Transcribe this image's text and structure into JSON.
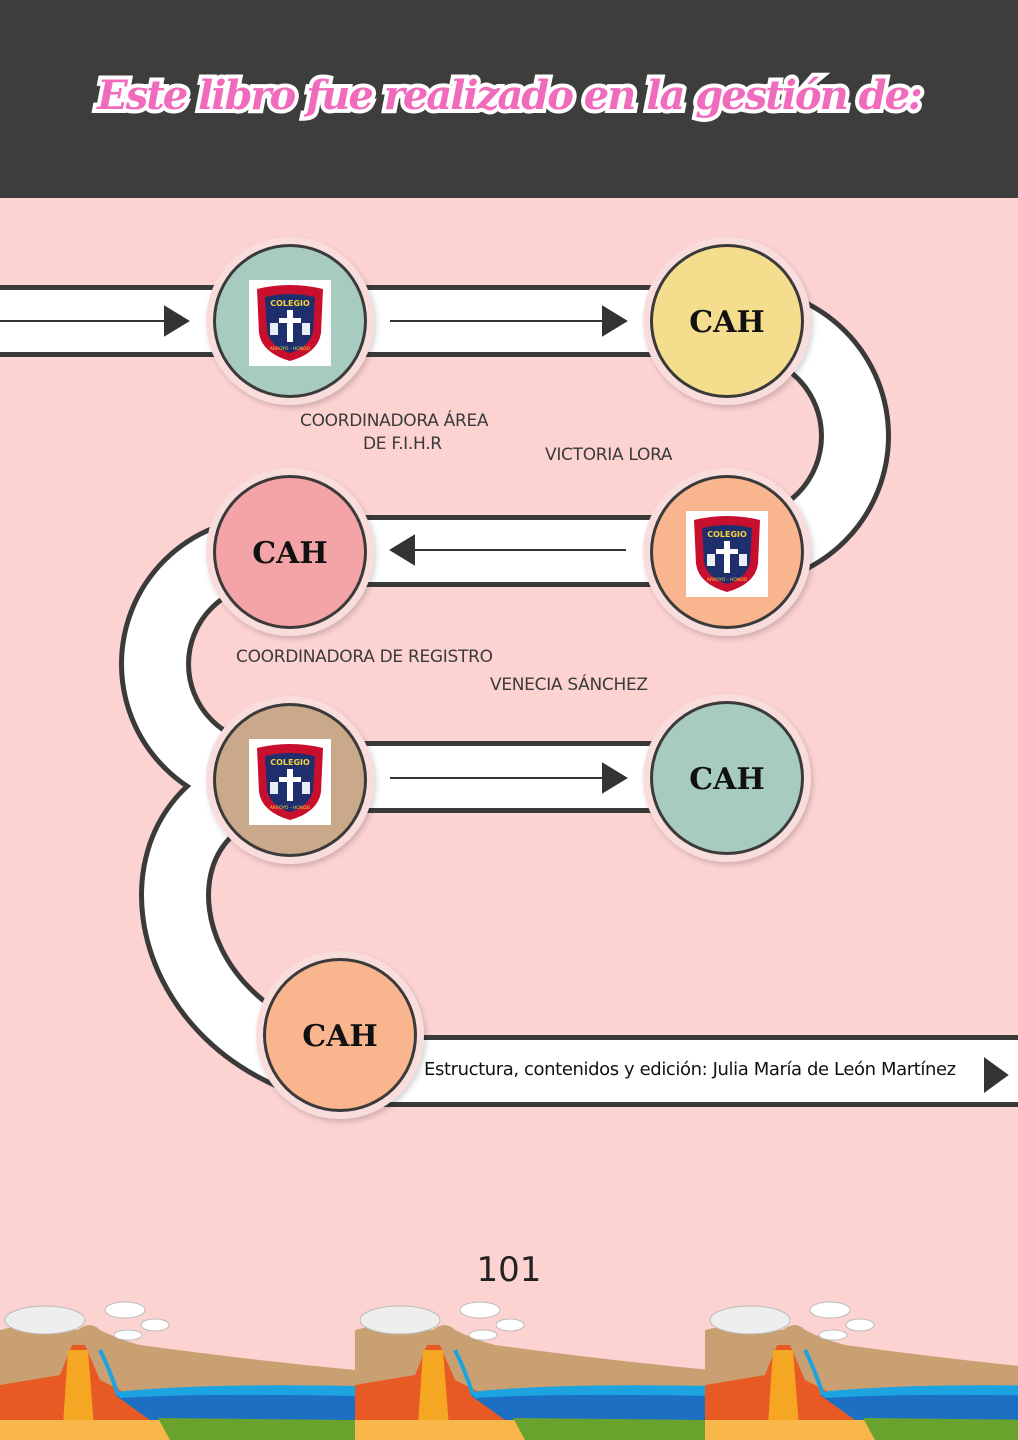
{
  "header": {
    "title": "Este libro fue realizado en la gestión de:"
  },
  "nodes": [
    {
      "type": "logo",
      "color": "#a8cbbf"
    },
    {
      "type": "text",
      "label": "CAH",
      "color": "#f5dd8e"
    },
    {
      "type": "logo",
      "color": "#f8b58e"
    },
    {
      "type": "text",
      "label": "CAH",
      "color": "#f4a3a6"
    },
    {
      "type": "logo",
      "color": "#c9a98a"
    },
    {
      "type": "text",
      "label": "CAH",
      "color": "#a8cbbf"
    },
    {
      "type": "text",
      "label": "CAH",
      "color": "#f8b58e"
    }
  ],
  "logo": {
    "top": "COLEGIO",
    "bottom": "ARROYO - HONDO"
  },
  "labels": {
    "coord_area_line1": "COORDINADORA   ÁREA",
    "coord_area_line2": "DE F.I.H.R",
    "victoria": "VICTORIA LORA",
    "coord_registro": "COORDINADORA DE REGISTRO",
    "venecia": "VENECIA SÁNCHEZ"
  },
  "footer": {
    "credit": "Estructura, contenidos y edición: Julia María de León Martínez",
    "page_number": "101"
  }
}
